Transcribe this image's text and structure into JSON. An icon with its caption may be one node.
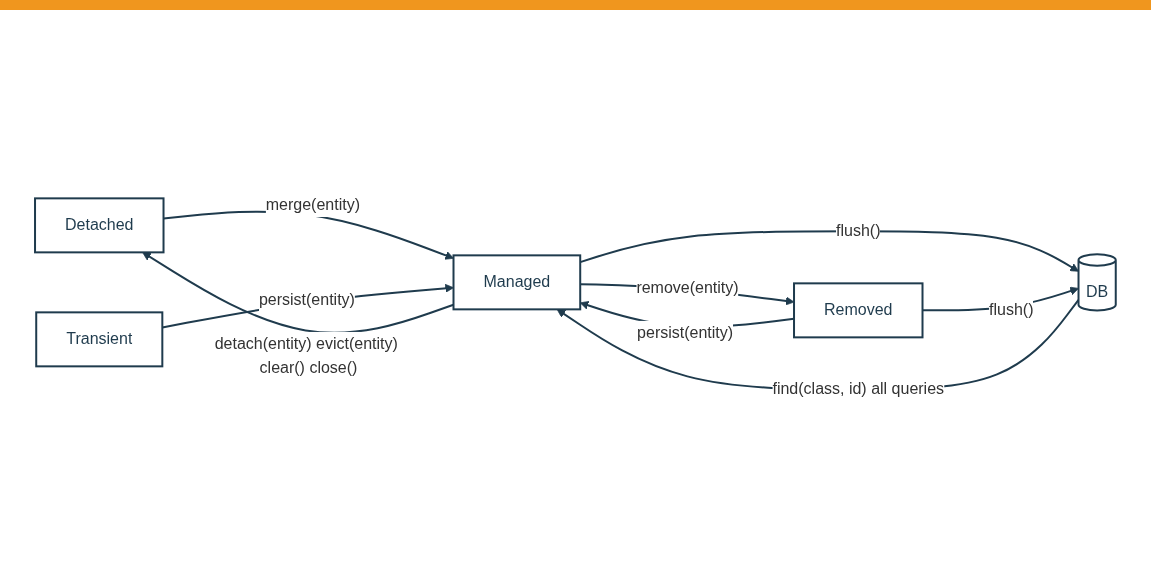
{
  "diagram": {
    "nodes": [
      {
        "text": [
          "Detached"
        ]
      },
      {
        "text": [
          "Transient"
        ]
      },
      {
        "text": [
          "Managed"
        ]
      },
      {
        "text": [
          "DB"
        ]
      },
      {
        "text": [
          "Removed"
        ]
      }
    ],
    "edges": [
      {
        "from": 0,
        "to": 2,
        "arrow": "to",
        "label": "merge(entity)"
      },
      {
        "from": 2,
        "to": 0,
        "arrow": "to",
        "label": "detach(entity) evict(entity) clear() close()"
      },
      {
        "from": 1,
        "to": 2,
        "arrow": "to",
        "label": "persist(entity)"
      },
      {
        "from": 3,
        "to": 2,
        "arrow": "to",
        "label": "find(class, id) all queries"
      },
      {
        "from": 2,
        "to": 3,
        "arrow": "to",
        "label": "flush()"
      },
      {
        "from": 2,
        "to": 4,
        "arrow": "to",
        "label": "remove(entity)"
      },
      {
        "from": 4,
        "to": 2,
        "arrow": "to",
        "label": "persist(entity)"
      },
      {
        "from": 4,
        "to": 3,
        "arrow": "to",
        "label": "flush()"
      }
    ]
  }
}
